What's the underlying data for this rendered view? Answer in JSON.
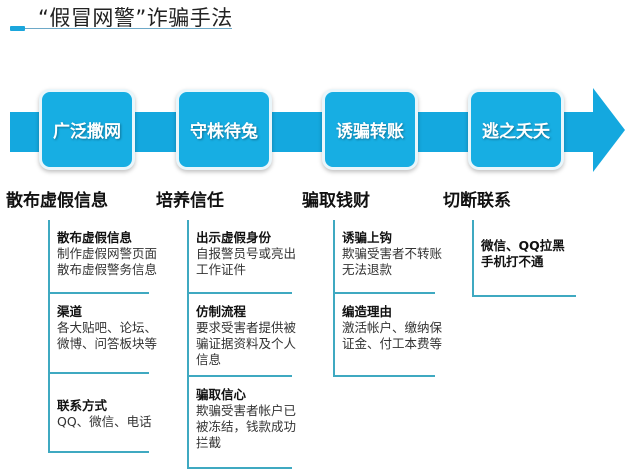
{
  "header": {
    "title": "“假冒网警”诈骗手法"
  },
  "colors": {
    "accent": "#14a8df",
    "stage_box": "#17aee3",
    "column_line": "#3fa9c1"
  },
  "timeline": {
    "stages": [
      {
        "label": "广泛撒网"
      },
      {
        "label": "守株待兔"
      },
      {
        "label": "诱骗转账"
      },
      {
        "label": "逃之夭夭"
      }
    ]
  },
  "columns": [
    {
      "phase": "散布虚假信息",
      "cells": [
        {
          "head": "散布虚假信息",
          "lines": [
            "制作虚假网警页面",
            "散布虚假警务信息"
          ]
        },
        {
          "head": "渠道",
          "lines": [
            "各大贴吧、论坛、",
            "微博、问答板块等"
          ]
        },
        {
          "head": "联系方式",
          "lines": [
            "QQ、微信、电话"
          ]
        }
      ]
    },
    {
      "phase": "培养信任",
      "cells": [
        {
          "head": "出示虚假身份",
          "lines": [
            "自报警员号或亮出",
            "工作证件"
          ]
        },
        {
          "head": "仿制流程",
          "lines": [
            "要求受害者提供被",
            "骗证据资料及个人",
            "信息"
          ]
        },
        {
          "head": "骗取信心",
          "lines": [
            "欺骗受害者帐户已",
            "被冻结，钱款成功",
            "拦截"
          ]
        }
      ]
    },
    {
      "phase": "骗取钱财",
      "cells": [
        {
          "head": "诱骗上钩",
          "lines": [
            "欺骗受害者不转账",
            "无法退款"
          ]
        },
        {
          "head": "编造理由",
          "lines": [
            "激活帐户、缴纳保",
            "证金、付工本费等"
          ]
        }
      ]
    },
    {
      "phase": "切断联系",
      "cells": [
        {
          "head": "",
          "lines": [
            "微信、QQ拉黑",
            "手机打不通"
          ]
        }
      ]
    }
  ]
}
